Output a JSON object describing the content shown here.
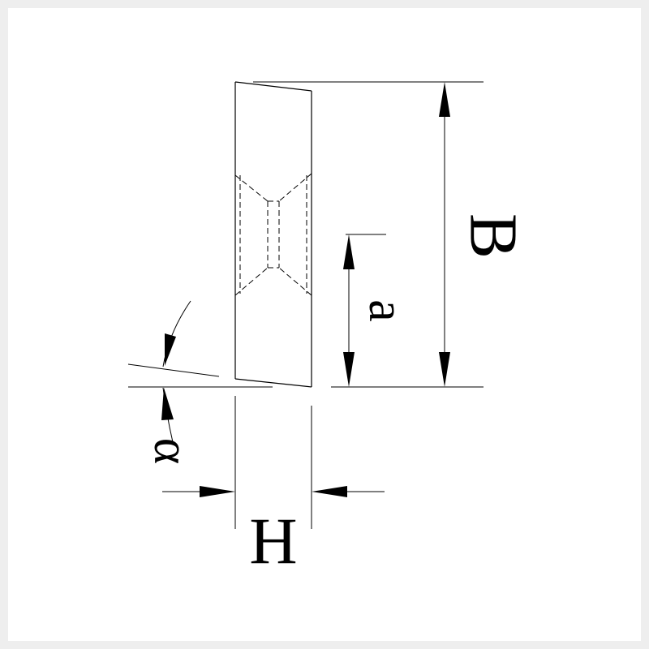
{
  "diagram": {
    "labels": {
      "B": "B",
      "a": "a",
      "alpha": "α",
      "H": "H"
    },
    "colors": {
      "frame": "#eeeeee",
      "background": "#ffffff",
      "ink": "#000000"
    }
  }
}
